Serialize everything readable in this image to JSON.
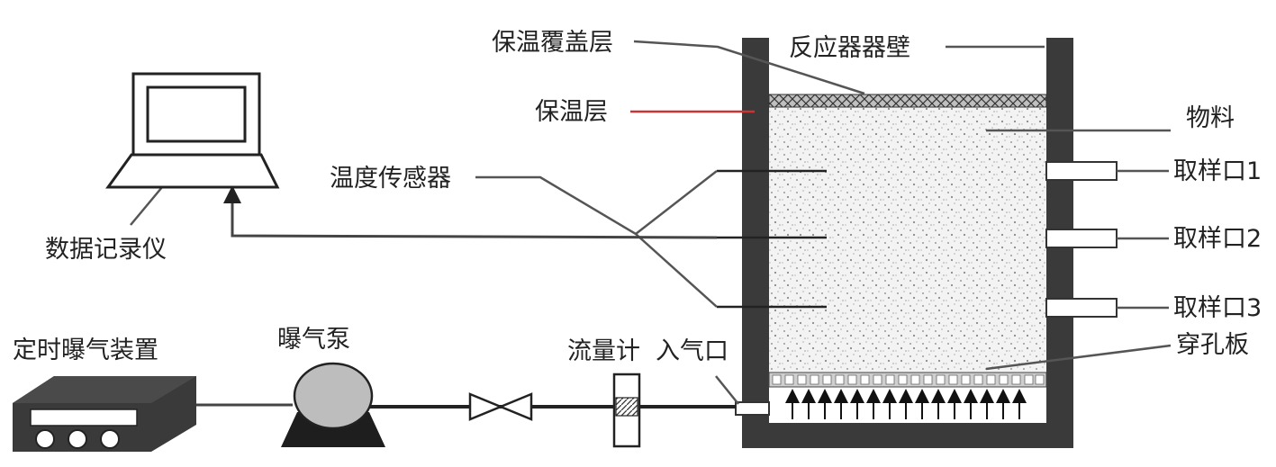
{
  "labels": {
    "insulation_cover": "保温覆盖层",
    "reactor_wall": "反应器器壁",
    "insulation_layer": "保温层",
    "material": "物料",
    "temp_sensor": "温度传感器",
    "sampling_port_1": "取样口1",
    "sampling_port_2": "取样口2",
    "sampling_port_3": "取样口3",
    "data_logger": "数据记录仪",
    "timed_aeration": "定时曝气装置",
    "aeration_pump": "曝气泵",
    "flow_meter": "流量计",
    "air_inlet": "入气口",
    "perforated_plate": "穿孔板"
  },
  "colors": {
    "wall": "#3a3a3a",
    "line": "#555555",
    "insulation_line": "#cc3333",
    "material_fill": "#f2f2f2",
    "pump_body": "#bdbdbd"
  }
}
